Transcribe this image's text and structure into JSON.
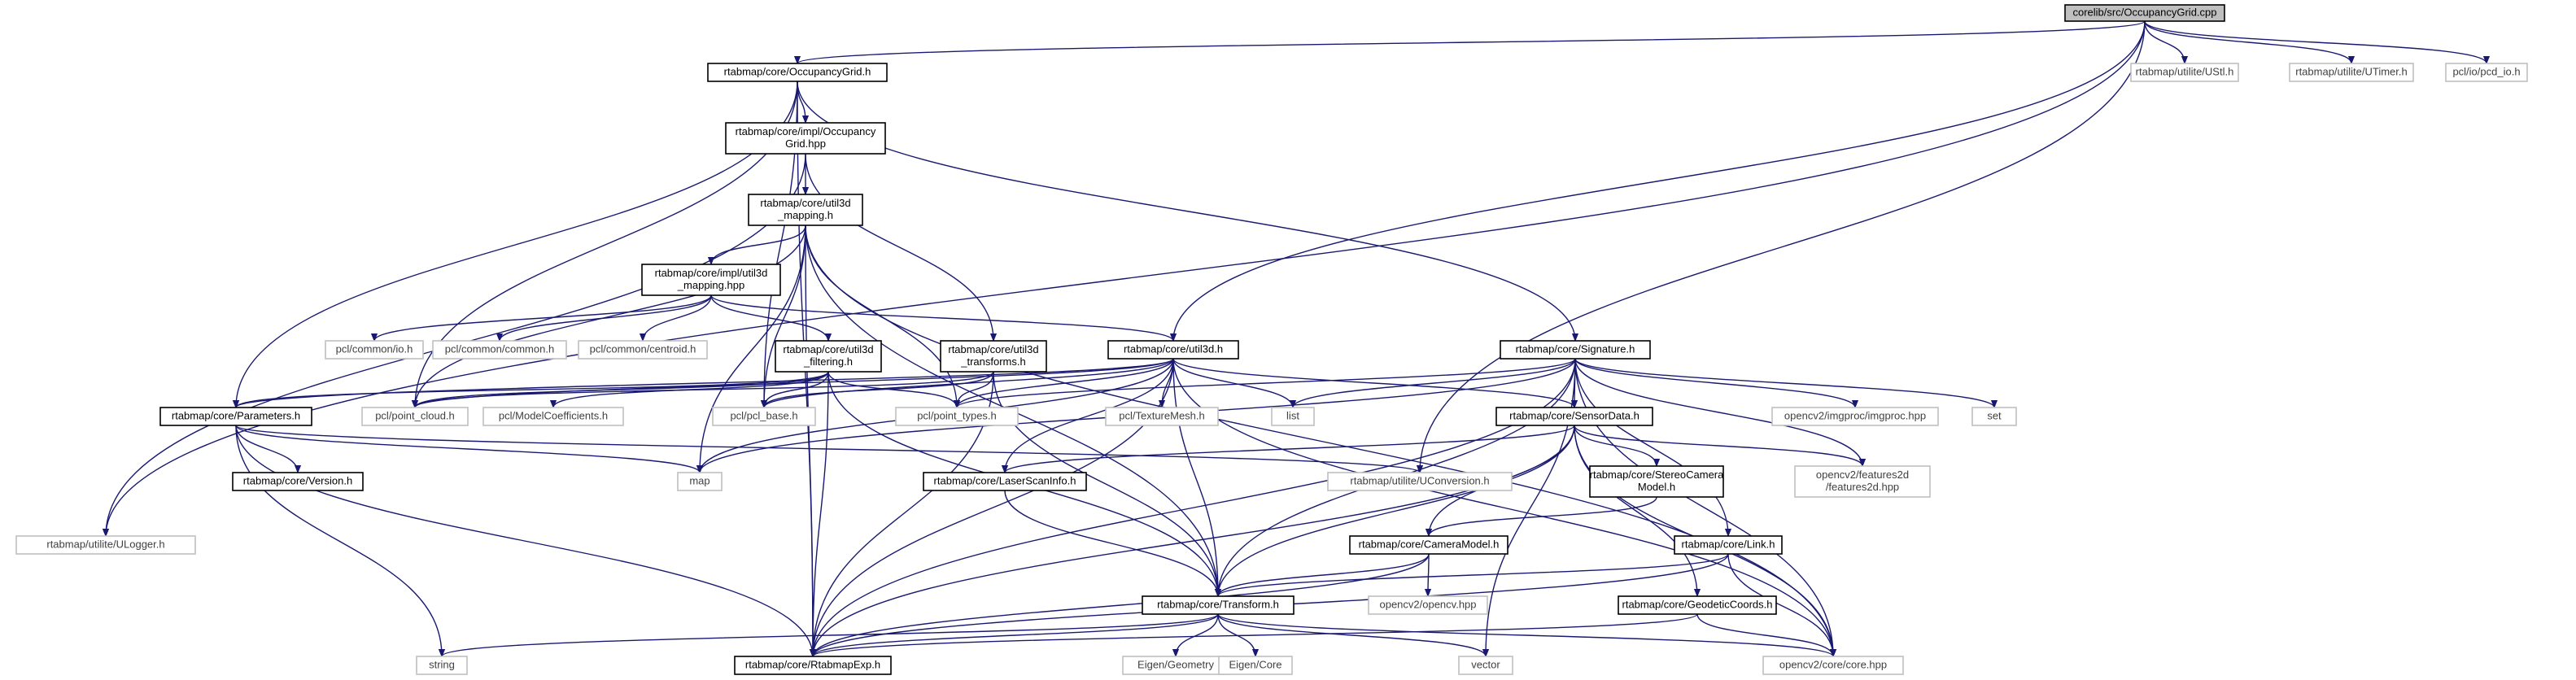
{
  "colors": {
    "edge": "#191970",
    "root_fill": "#bfbfbf",
    "internal_fill": "#ffffff",
    "internal_stroke": "#000000",
    "external_stroke": "#bfbfbf",
    "external_text": "#404040",
    "internal_text": "#000000"
  },
  "nodes": [
    {
      "id": "root",
      "kind": "root",
      "lines": [
        "corelib/src/OccupancyGrid.cpp"
      ]
    },
    {
      "id": "occgrid",
      "kind": "internal",
      "lines": [
        "rtabmap/core/OccupancyGrid.h"
      ]
    },
    {
      "id": "ustl",
      "kind": "external",
      "lines": [
        "rtabmap/utilite/UStl.h"
      ]
    },
    {
      "id": "utimer",
      "kind": "external",
      "lines": [
        "rtabmap/utilite/UTimer.h"
      ]
    },
    {
      "id": "pcdio",
      "kind": "external",
      "lines": [
        "pcl/io/pcd_io.h"
      ]
    },
    {
      "id": "occgridhpp",
      "kind": "internal",
      "lines": [
        "rtabmap/core/impl/Occupancy",
        "Grid.hpp"
      ]
    },
    {
      "id": "mapping",
      "kind": "internal",
      "lines": [
        "rtabmap/core/util3d",
        "_mapping.h"
      ]
    },
    {
      "id": "mappinghpp",
      "kind": "internal",
      "lines": [
        "rtabmap/core/impl/util3d",
        "_mapping.hpp"
      ]
    },
    {
      "id": "pclio",
      "kind": "external",
      "lines": [
        "pcl/common/io.h"
      ]
    },
    {
      "id": "pclcommon",
      "kind": "external",
      "lines": [
        "pcl/common/common.h"
      ]
    },
    {
      "id": "pclcentroid",
      "kind": "external",
      "lines": [
        "pcl/common/centroid.h"
      ]
    },
    {
      "id": "filtering",
      "kind": "internal",
      "lines": [
        "rtabmap/core/util3d",
        "_filtering.h"
      ]
    },
    {
      "id": "transforms",
      "kind": "internal",
      "lines": [
        "rtabmap/core/util3d",
        "_transforms.h"
      ]
    },
    {
      "id": "util3d",
      "kind": "internal",
      "lines": [
        "rtabmap/core/util3d.h"
      ]
    },
    {
      "id": "signature",
      "kind": "internal",
      "lines": [
        "rtabmap/core/Signature.h"
      ]
    },
    {
      "id": "parameters",
      "kind": "internal",
      "lines": [
        "rtabmap/core/Parameters.h"
      ]
    },
    {
      "id": "pointcloud",
      "kind": "external",
      "lines": [
        "pcl/point_cloud.h"
      ]
    },
    {
      "id": "modelcoef",
      "kind": "external",
      "lines": [
        "pcl/ModelCoefficients.h"
      ]
    },
    {
      "id": "pclbase",
      "kind": "external",
      "lines": [
        "pcl/pcl_base.h"
      ]
    },
    {
      "id": "pointtypes",
      "kind": "external",
      "lines": [
        "pcl/point_types.h"
      ]
    },
    {
      "id": "texturemesh",
      "kind": "external",
      "lines": [
        "pcl/TextureMesh.h"
      ]
    },
    {
      "id": "list",
      "kind": "external",
      "lines": [
        "list"
      ]
    },
    {
      "id": "sensordata",
      "kind": "internal",
      "lines": [
        "rtabmap/core/SensorData.h"
      ]
    },
    {
      "id": "imgproc",
      "kind": "external",
      "lines": [
        "opencv2/imgproc/imgproc.hpp"
      ]
    },
    {
      "id": "set",
      "kind": "external",
      "lines": [
        "set"
      ]
    },
    {
      "id": "version",
      "kind": "internal",
      "lines": [
        "rtabmap/core/Version.h"
      ]
    },
    {
      "id": "map",
      "kind": "external",
      "lines": [
        "map"
      ]
    },
    {
      "id": "laserscaninfo",
      "kind": "internal",
      "lines": [
        "rtabmap/core/LaserScanInfo.h"
      ]
    },
    {
      "id": "uconversion",
      "kind": "external",
      "lines": [
        "rtabmap/utilite/UConversion.h"
      ]
    },
    {
      "id": "stereocam",
      "kind": "internal",
      "lines": [
        "rtabmap/core/StereoCamera",
        "Model.h"
      ]
    },
    {
      "id": "features2d",
      "kind": "external",
      "lines": [
        "opencv2/features2d",
        "/features2d.hpp"
      ]
    },
    {
      "id": "ulogger",
      "kind": "external",
      "lines": [
        "rtabmap/utilite/ULogger.h"
      ]
    },
    {
      "id": "cameramodel",
      "kind": "internal",
      "lines": [
        "rtabmap/core/CameraModel.h"
      ]
    },
    {
      "id": "link",
      "kind": "internal",
      "lines": [
        "rtabmap/core/Link.h"
      ]
    },
    {
      "id": "transform",
      "kind": "internal",
      "lines": [
        "rtabmap/core/Transform.h"
      ]
    },
    {
      "id": "opencvhpp",
      "kind": "external",
      "lines": [
        "opencv2/opencv.hpp"
      ]
    },
    {
      "id": "geodetic",
      "kind": "internal",
      "lines": [
        "rtabmap/core/GeodeticCoords.h"
      ]
    },
    {
      "id": "string",
      "kind": "external",
      "lines": [
        "string"
      ]
    },
    {
      "id": "rtabmapexp",
      "kind": "internal",
      "lines": [
        "rtabmap/core/RtabmapExp.h"
      ]
    },
    {
      "id": "eigengeom",
      "kind": "external",
      "lines": [
        "Eigen/Geometry"
      ]
    },
    {
      "id": "eigencore",
      "kind": "external",
      "lines": [
        "Eigen/Core"
      ]
    },
    {
      "id": "vector",
      "kind": "external",
      "lines": [
        "vector"
      ]
    },
    {
      "id": "cvcore",
      "kind": "external",
      "lines": [
        "opencv2/core/core.hpp"
      ]
    }
  ],
  "edges": [
    [
      "root",
      "occgrid"
    ],
    [
      "root",
      "ustl"
    ],
    [
      "root",
      "utimer"
    ],
    [
      "root",
      "pcdio"
    ],
    [
      "root",
      "util3d"
    ],
    [
      "root",
      "uconversion"
    ],
    [
      "root",
      "ulogger"
    ],
    [
      "occgrid",
      "occgridhpp"
    ],
    [
      "occgrid",
      "parameters"
    ],
    [
      "occgrid",
      "signature"
    ],
    [
      "occgrid",
      "pointcloud"
    ],
    [
      "occgrid",
      "pclbase"
    ],
    [
      "occgrid",
      "rtabmapexp"
    ],
    [
      "occgridhpp",
      "mapping"
    ],
    [
      "occgridhpp",
      "transforms"
    ],
    [
      "occgridhpp",
      "ulogger"
    ],
    [
      "mapping",
      "mappinghpp"
    ],
    [
      "mapping",
      "pointcloud"
    ],
    [
      "mapping",
      "pclbase"
    ],
    [
      "mapping",
      "pointtypes"
    ],
    [
      "mapping",
      "map"
    ],
    [
      "mapping",
      "transform"
    ],
    [
      "mapping",
      "rtabmapexp"
    ],
    [
      "mapping",
      "cvcore"
    ],
    [
      "mappinghpp",
      "pclio"
    ],
    [
      "mappinghpp",
      "pclcommon"
    ],
    [
      "mappinghpp",
      "pclcentroid"
    ],
    [
      "mappinghpp",
      "filtering"
    ],
    [
      "mappinghpp",
      "util3d"
    ],
    [
      "filtering",
      "parameters"
    ],
    [
      "filtering",
      "pointcloud"
    ],
    [
      "filtering",
      "modelcoef"
    ],
    [
      "filtering",
      "pclbase"
    ],
    [
      "filtering",
      "pointtypes"
    ],
    [
      "filtering",
      "transform"
    ],
    [
      "filtering",
      "rtabmapexp"
    ],
    [
      "transforms",
      "pointcloud"
    ],
    [
      "transforms",
      "pclbase"
    ],
    [
      "transforms",
      "pointtypes"
    ],
    [
      "transforms",
      "transform"
    ],
    [
      "transforms",
      "rtabmapexp"
    ],
    [
      "util3d",
      "parameters"
    ],
    [
      "util3d",
      "pointcloud"
    ],
    [
      "util3d",
      "pclbase"
    ],
    [
      "util3d",
      "pointtypes"
    ],
    [
      "util3d",
      "texturemesh"
    ],
    [
      "util3d",
      "list"
    ],
    [
      "util3d",
      "map"
    ],
    [
      "util3d",
      "sensordata"
    ],
    [
      "util3d",
      "laserscaninfo"
    ],
    [
      "util3d",
      "transform"
    ],
    [
      "util3d",
      "rtabmapexp"
    ],
    [
      "util3d",
      "cvcore"
    ],
    [
      "signature",
      "pointtypes"
    ],
    [
      "signature",
      "list"
    ],
    [
      "signature",
      "map"
    ],
    [
      "signature",
      "sensordata"
    ],
    [
      "signature",
      "imgproc"
    ],
    [
      "signature",
      "set"
    ],
    [
      "signature",
      "features2d"
    ],
    [
      "signature",
      "link"
    ],
    [
      "signature",
      "transform"
    ],
    [
      "signature",
      "rtabmapexp"
    ],
    [
      "signature",
      "vector"
    ],
    [
      "signature",
      "cvcore"
    ],
    [
      "parameters",
      "version"
    ],
    [
      "parameters",
      "map"
    ],
    [
      "parameters",
      "uconversion"
    ],
    [
      "parameters",
      "string"
    ],
    [
      "parameters",
      "rtabmapexp"
    ],
    [
      "sensordata",
      "laserscaninfo"
    ],
    [
      "sensordata",
      "stereocam"
    ],
    [
      "sensordata",
      "cameramodel"
    ],
    [
      "sensordata",
      "features2d"
    ],
    [
      "sensordata",
      "geodetic"
    ],
    [
      "sensordata",
      "transform"
    ],
    [
      "sensordata",
      "rtabmapexp"
    ],
    [
      "sensordata",
      "cvcore"
    ],
    [
      "laserscaninfo",
      "transform"
    ],
    [
      "stereocam",
      "cameramodel"
    ],
    [
      "cameramodel",
      "transform"
    ],
    [
      "cameramodel",
      "opencvhpp"
    ],
    [
      "cameramodel",
      "rtabmapexp"
    ],
    [
      "link",
      "transform"
    ],
    [
      "link",
      "rtabmapexp"
    ],
    [
      "link",
      "cvcore"
    ],
    [
      "geodetic",
      "rtabmapexp"
    ],
    [
      "geodetic",
      "cvcore"
    ],
    [
      "transform",
      "string"
    ],
    [
      "transform",
      "rtabmapexp"
    ],
    [
      "transform",
      "eigengeom"
    ],
    [
      "transform",
      "eigencore"
    ],
    [
      "transform",
      "vector"
    ],
    [
      "transform",
      "cvcore"
    ]
  ]
}
